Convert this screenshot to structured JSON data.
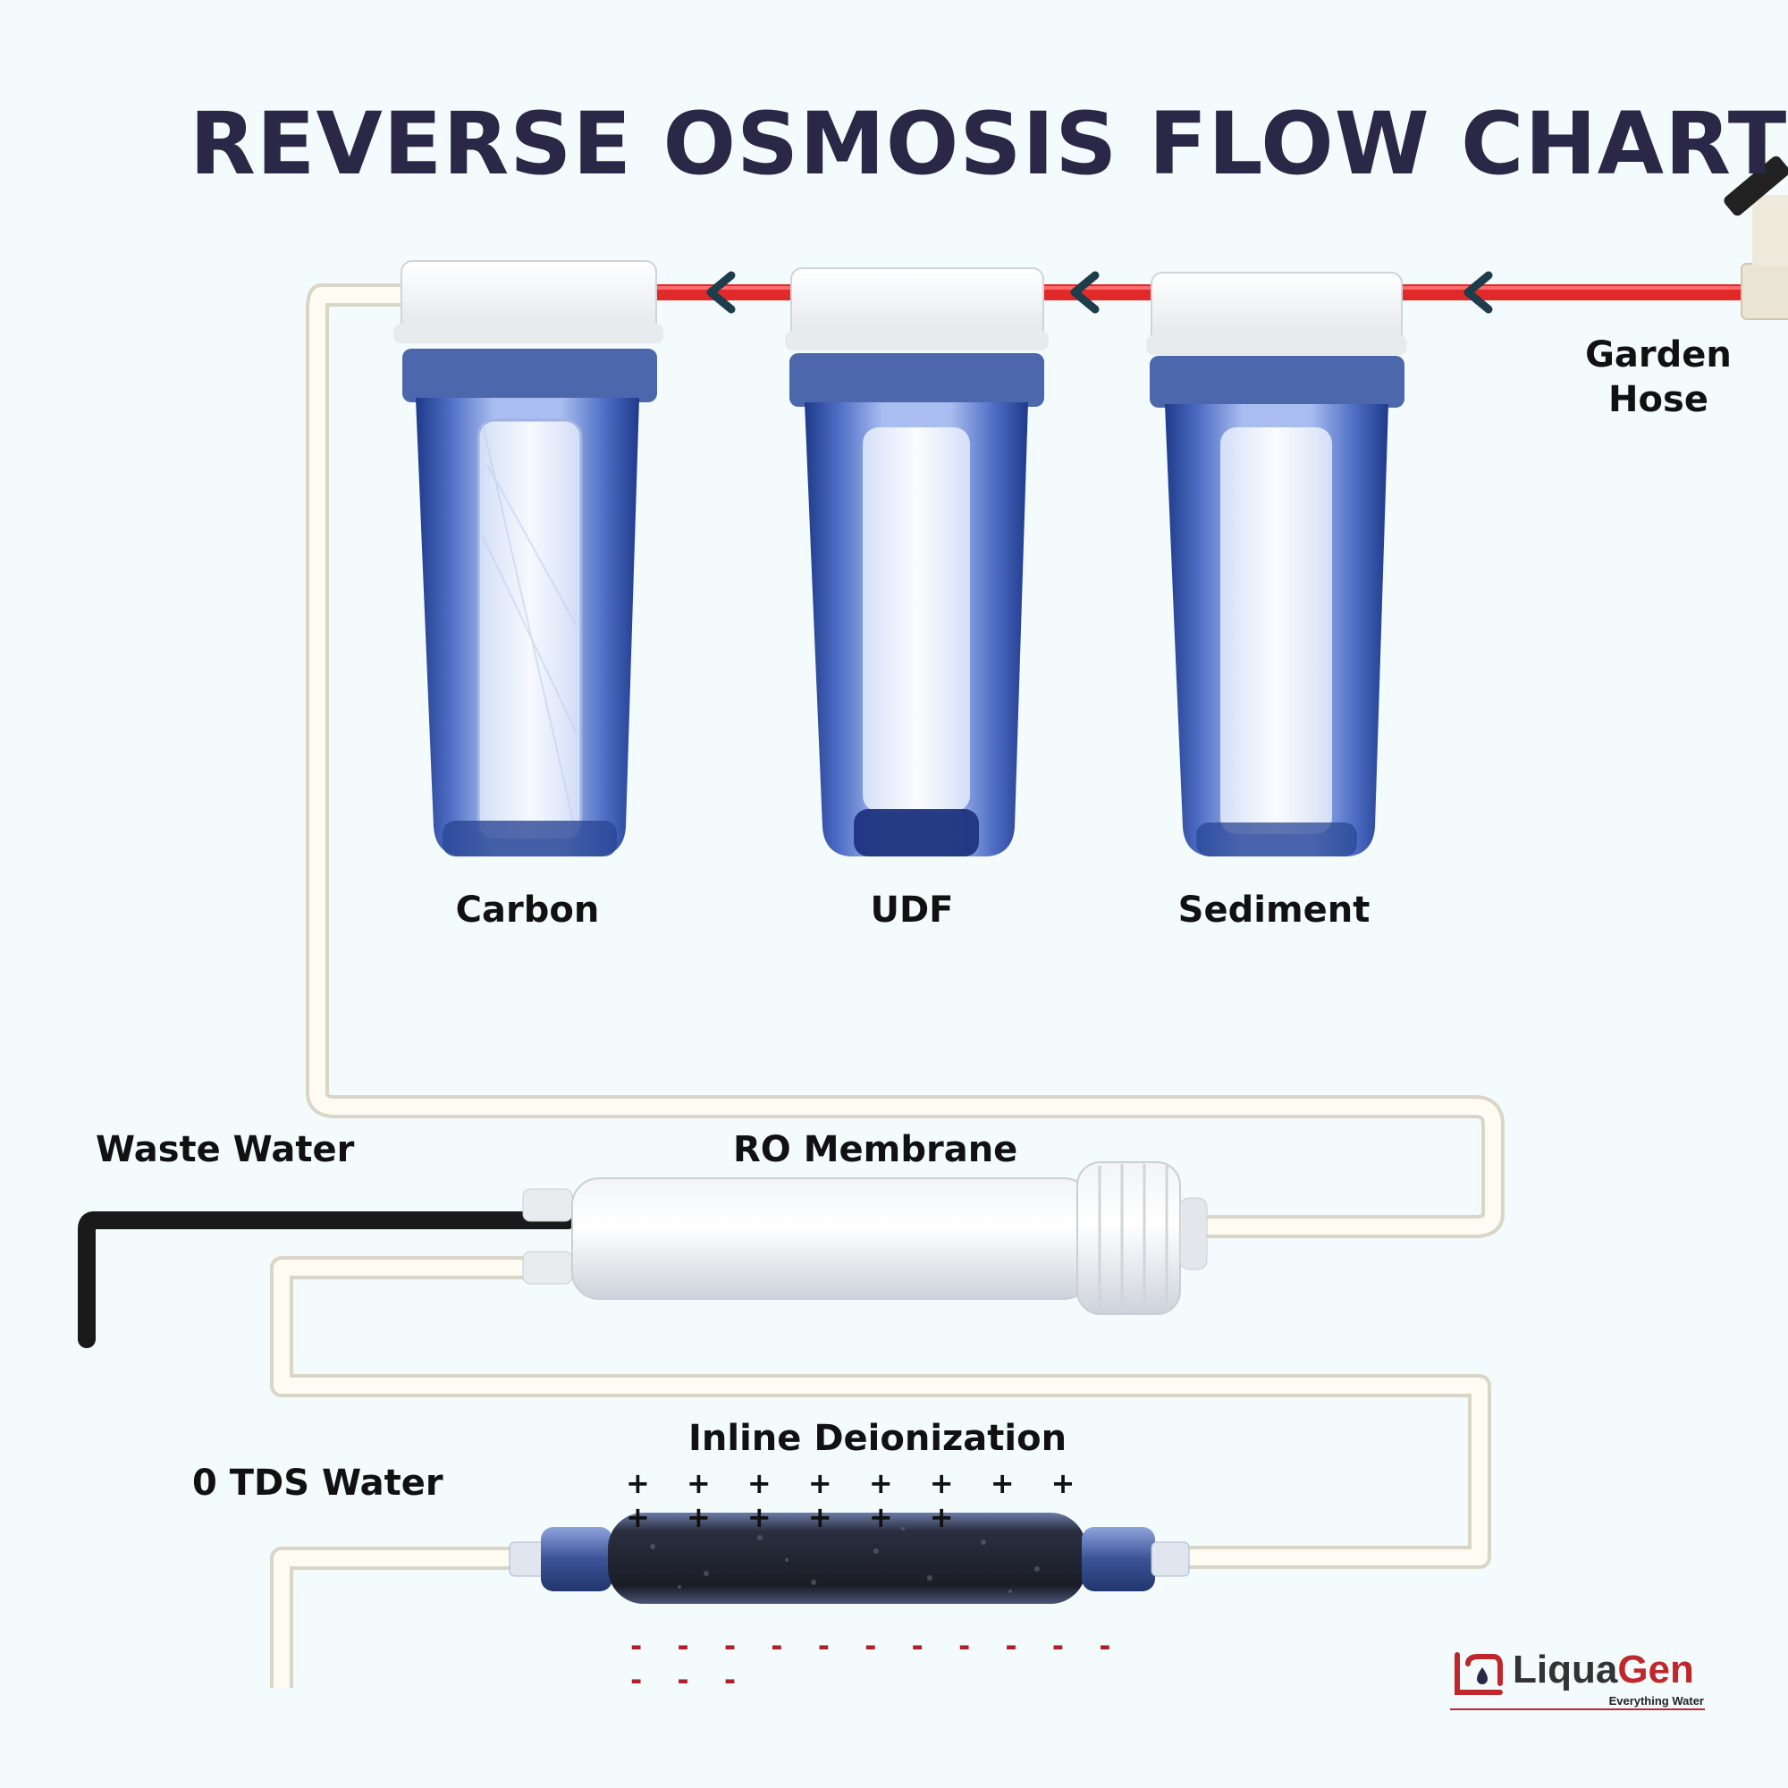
{
  "title": "REVERSE OSMOSIS FLOW CHART",
  "labels": {
    "garden_hose": "Garden\nHose",
    "carbon": "Carbon",
    "udf": "UDF",
    "sediment": "Sediment",
    "waste_water": "Waste Water",
    "ro_membrane": "RO Membrane",
    "tds_water": "0 TDS Water",
    "inline_deionization": "Inline Deionization"
  },
  "charge_symbols": {
    "positive": "+ + + + + + + + + + + + + +",
    "negative": "- - - - - - - - - - - - - -"
  },
  "logo": {
    "name_part1": "Liqua",
    "name_part2": "Gen",
    "tagline": "Everything Water"
  },
  "colors": {
    "title": "#2b2747",
    "inlet_pipe": "#e02a2a",
    "outlet_pipe": "#fdfbf2",
    "waste_pipe": "#1a1a1a",
    "housing_blue": "#3d5bb0",
    "accent_red": "#c0272d"
  }
}
